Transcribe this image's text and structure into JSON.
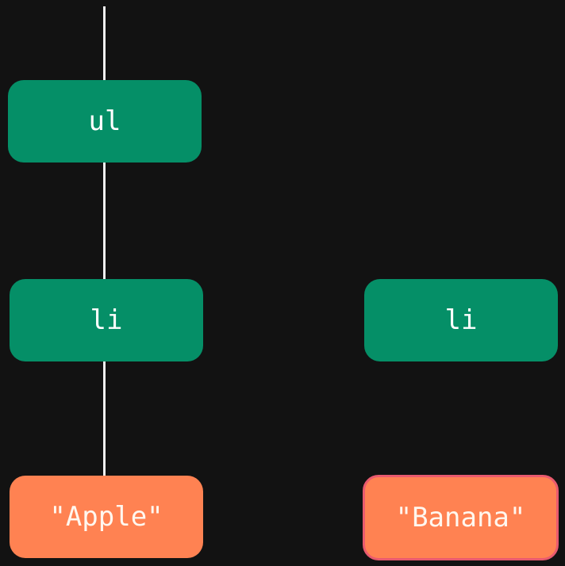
{
  "colors": {
    "background": "#121212",
    "element_node": "#058f67",
    "text_node": "#ff8252",
    "highlight_border": "#e95a6e",
    "edge": "#f2f2f2"
  },
  "tree": {
    "ul_node": {
      "label": "ul"
    },
    "li_node_1": {
      "label": "li"
    },
    "li_node_2": {
      "label": "li"
    },
    "text_node_apple": {
      "label": "\"Apple\""
    },
    "text_node_banana": {
      "label": "\"Banana\"",
      "highlighted": true
    }
  }
}
